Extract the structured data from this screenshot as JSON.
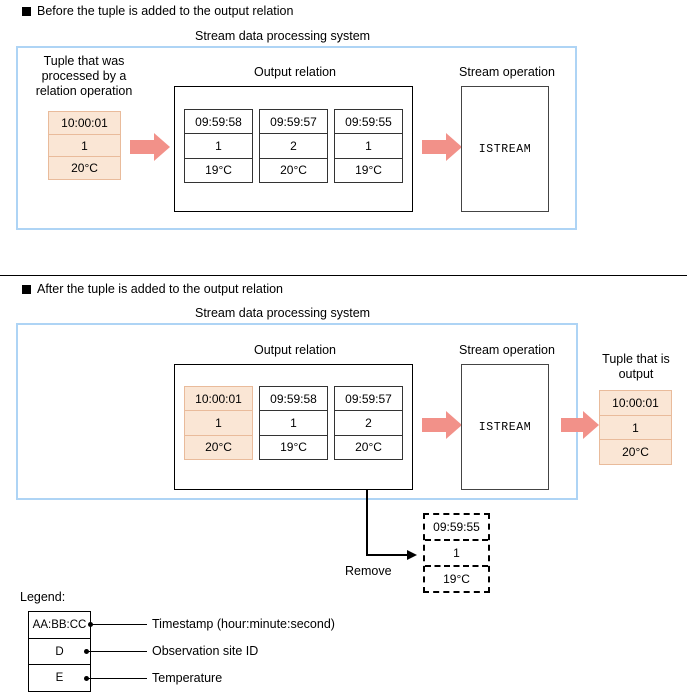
{
  "sections": [
    {
      "heading": "Before the tuple is added to the output relation",
      "system_title": "Stream data processing system",
      "input_caption": "Tuple that was processed by a relation operation",
      "input_tuple": {
        "timestamp": "10:00:01",
        "site": "1",
        "temp": "20°C"
      },
      "relation_caption": "Output relation",
      "relation_tuples": [
        {
          "timestamp": "09:59:58",
          "site": "1",
          "temp": "19°C"
        },
        {
          "timestamp": "09:59:57",
          "site": "2",
          "temp": "20°C"
        },
        {
          "timestamp": "09:59:55",
          "site": "1",
          "temp": "19°C"
        }
      ],
      "operation_caption": "Stream operation",
      "operation_label": "ISTREAM"
    },
    {
      "heading": "After the tuple is added to the output relation",
      "system_title": "Stream data processing system",
      "relation_caption": "Output relation",
      "relation_tuples": [
        {
          "timestamp": "10:00:01",
          "site": "1",
          "temp": "20°C",
          "highlight": true
        },
        {
          "timestamp": "09:59:58",
          "site": "1",
          "temp": "19°C",
          "highlight": false
        },
        {
          "timestamp": "09:59:57",
          "site": "2",
          "temp": "20°C",
          "highlight": false
        }
      ],
      "operation_caption": "Stream operation",
      "operation_label": "ISTREAM",
      "output_caption": "Tuple that is output",
      "output_tuple": {
        "timestamp": "10:00:01",
        "site": "1",
        "temp": "20°C"
      },
      "remove_label": "Remove",
      "removed_tuple": {
        "timestamp": "09:59:55",
        "site": "1",
        "temp": "19°C"
      }
    }
  ],
  "legend": {
    "title": "Legend:",
    "rows": [
      {
        "key": "AA:BB:CC",
        "description": "Timestamp (hour:minute:second)"
      },
      {
        "key": "D",
        "description": "Observation site ID"
      },
      {
        "key": "E",
        "description": "Temperature"
      }
    ]
  },
  "colors": {
    "system_border": "#aed4f5",
    "arrow": "#f29189",
    "highlight_fill": "#fae6d5",
    "highlight_border": "#e9bb9b"
  }
}
